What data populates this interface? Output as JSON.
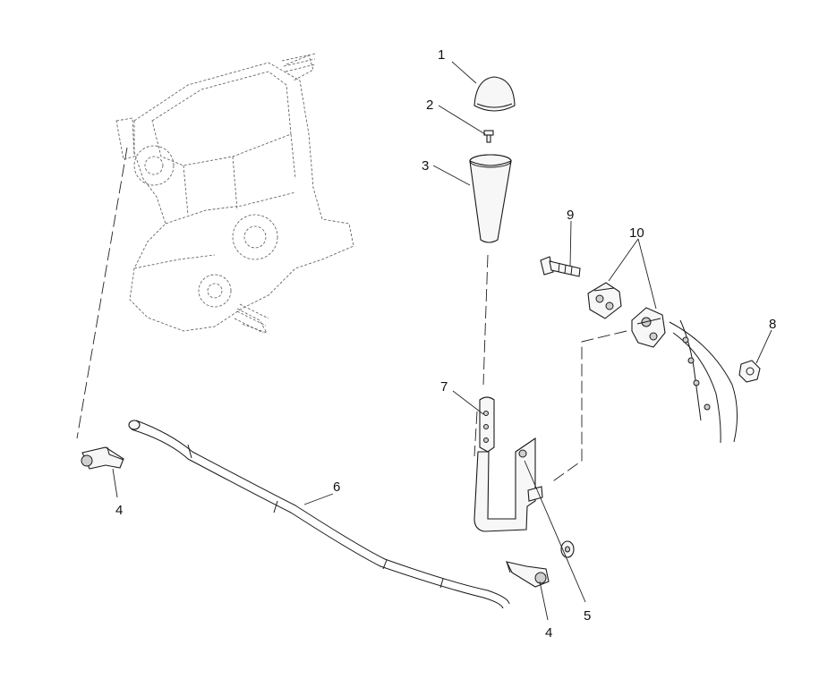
{
  "callouts": {
    "c1": "1",
    "c2": "2",
    "c3": "3",
    "c4a": "4",
    "c4b": "4",
    "c5": "5",
    "c6": "6",
    "c7": "7",
    "c8": "8",
    "c9": "9",
    "c10": "10"
  },
  "parts": [
    {
      "id": "1",
      "icon": "shift-knob-cap-icon"
    },
    {
      "id": "2",
      "icon": "screw-icon"
    },
    {
      "id": "3",
      "icon": "shift-boot-icon"
    },
    {
      "id": "4",
      "icon": "cable-clip-icon"
    },
    {
      "id": "5",
      "icon": "washer-icon"
    },
    {
      "id": "6",
      "icon": "shift-rod-icon"
    },
    {
      "id": "7",
      "icon": "shift-lever-icon"
    },
    {
      "id": "8",
      "icon": "nut-icon"
    },
    {
      "id": "9",
      "icon": "bolt-icon"
    },
    {
      "id": "10",
      "icon": "bushing-icon"
    }
  ]
}
